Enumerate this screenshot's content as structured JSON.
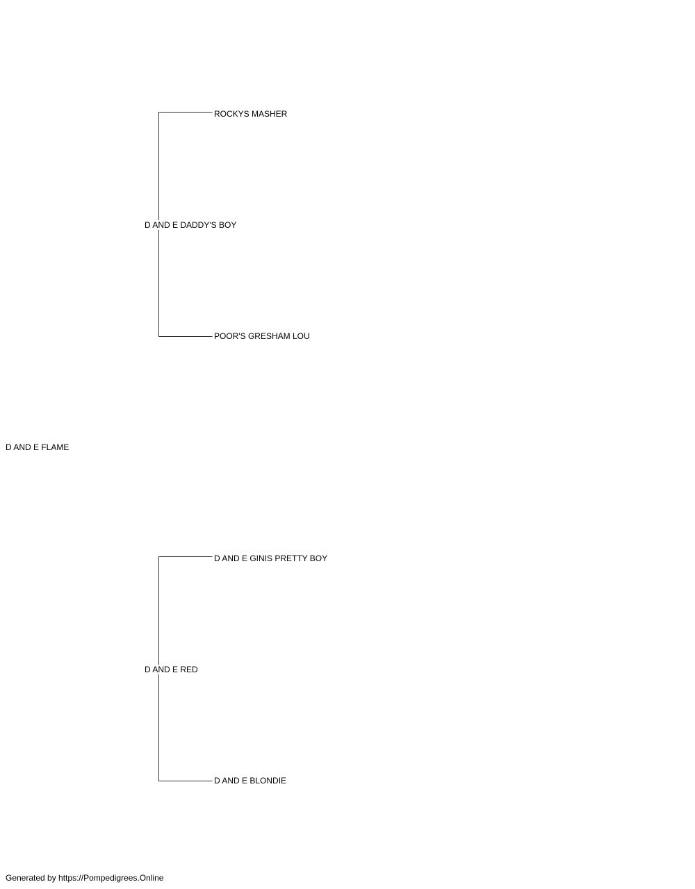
{
  "pedigree": {
    "subject": "D AND E FLAME",
    "sire": {
      "name": "D AND E DADDY'S BOY",
      "sire": "ROCKYS MASHER",
      "dam": "POOR'S GRESHAM LOU"
    },
    "dam": {
      "name": "D AND E RED",
      "sire": "D AND E GINIS PRETTY BOY",
      "dam": "D AND E BLONDIE"
    }
  },
  "footer": {
    "text": "Generated by https://Pompedigrees.Online"
  },
  "colors": {
    "line": "#333333",
    "text": "#000000",
    "background": "#ffffff"
  }
}
